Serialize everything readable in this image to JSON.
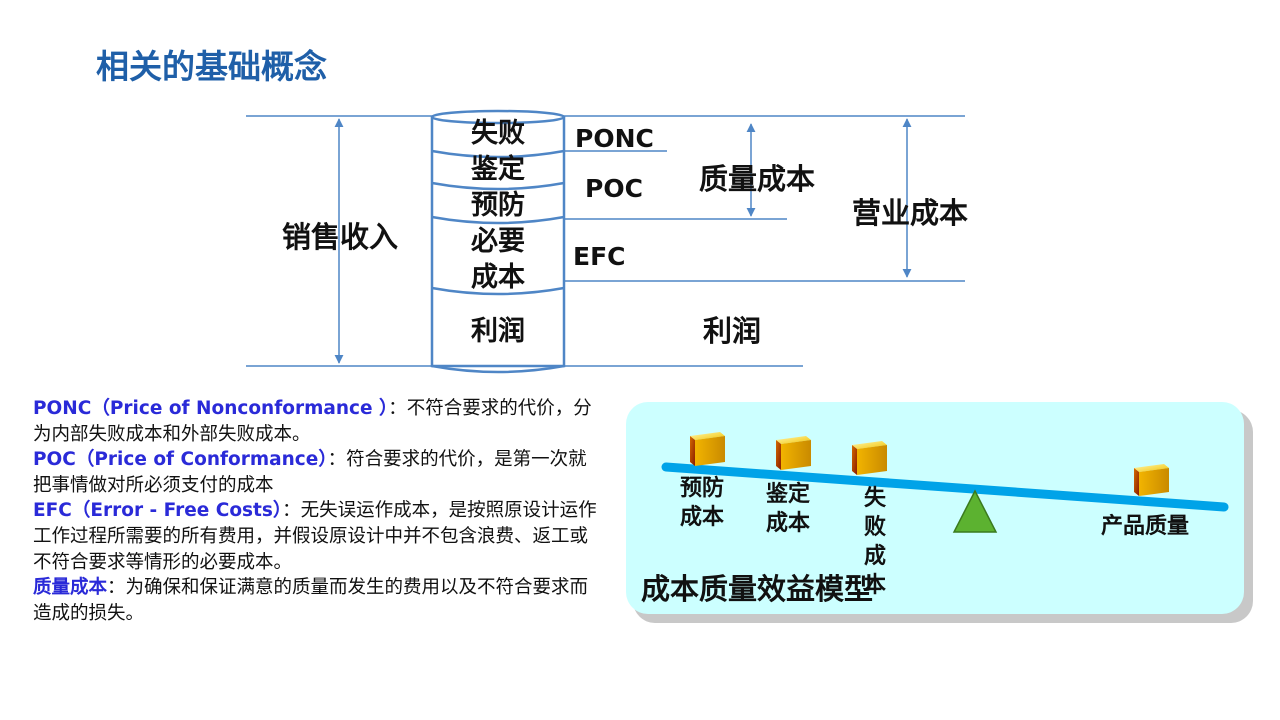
{
  "title": "相关的基础概念",
  "diagram": {
    "cylinder_segments": [
      "失败",
      "鉴定",
      "预防",
      "必要",
      "成本",
      "利润"
    ],
    "labels": {
      "ponc": "PONC",
      "poc": "POC",
      "efc": "EFC",
      "sales": "销售收入",
      "quality_cost": "质量成本",
      "operating_cost": "营业成本",
      "profit": "利润"
    }
  },
  "definitions": [
    {
      "term": "PONC（Price of Nonconformance ）",
      "sep": "：",
      "text": "不符合要求的代价，分为内部失败成本和外部失败成本。"
    },
    {
      "term": "POC（Price of Conformance）",
      "sep": "：",
      "text": "符合要求的代价，是第一次就把事情做对所必须支付的成本"
    },
    {
      "term": "EFC（Error - Free Costs）",
      "sep": "：",
      "text": "无失误运作成本，是按照原设计运作工作过程所需要的所有费用，并假设原设计中并不包含浪费、返工或不符合要求等情形的必要成本。"
    },
    {
      "term": "质量成本",
      "sep": "：",
      "text": "为确保和保证满意的质量而发生的费用以及不符合要求而造成的损失。"
    }
  ],
  "model": {
    "title": "成本质量效益模型",
    "items": [
      "预防\n成本",
      "鉴定\n成本",
      "失\n败\n成\n本",
      "产品质量"
    ]
  },
  "colors": {
    "title": "#1f5fa8",
    "lines": "#4f86c6",
    "term": "#2a2ad8",
    "panel": "#ccffff",
    "beam": "#00a3e8",
    "fulcrum": "#5cb230",
    "box": "#e6a800"
  }
}
